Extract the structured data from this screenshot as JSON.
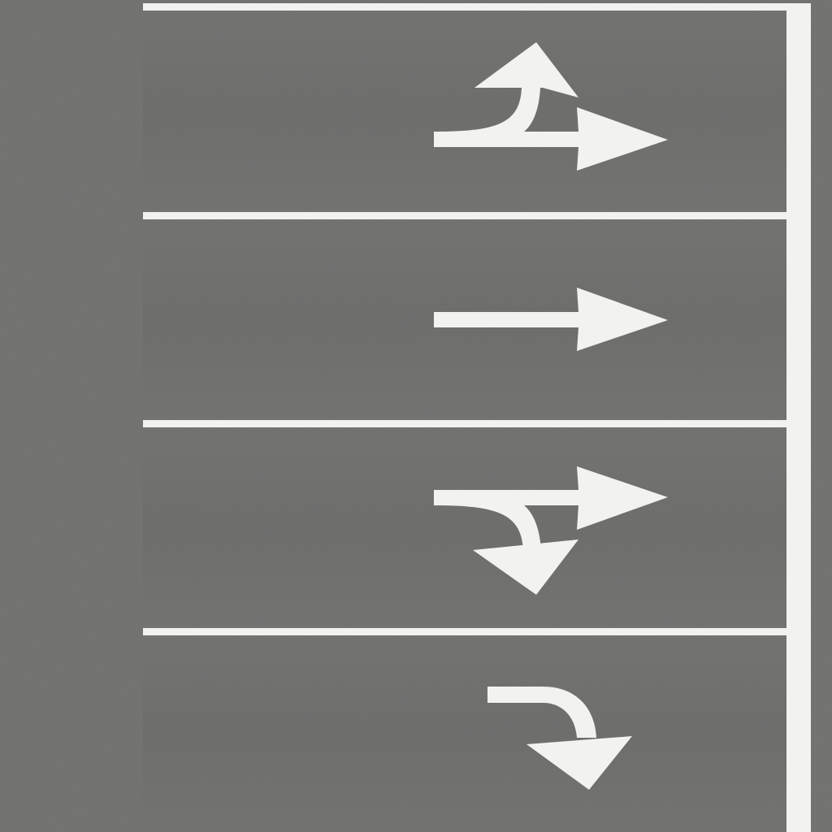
{
  "scene": {
    "surface_color": "#6f6f6e",
    "surface_shade_color": "#676766",
    "marking_color": "#f2f2f0",
    "lane_count": 4,
    "lanes": [
      {
        "movements": [
          "left-turn",
          "straight"
        ],
        "arrow_icon": "left-and-straight-arrow-icon"
      },
      {
        "movements": [
          "straight"
        ],
        "arrow_icon": "straight-arrow-icon"
      },
      {
        "movements": [
          "straight",
          "right-turn"
        ],
        "arrow_icon": "straight-and-right-arrow-icon"
      },
      {
        "movements": [
          "right-turn"
        ],
        "arrow_icon": "right-turn-arrow-icon"
      }
    ]
  }
}
